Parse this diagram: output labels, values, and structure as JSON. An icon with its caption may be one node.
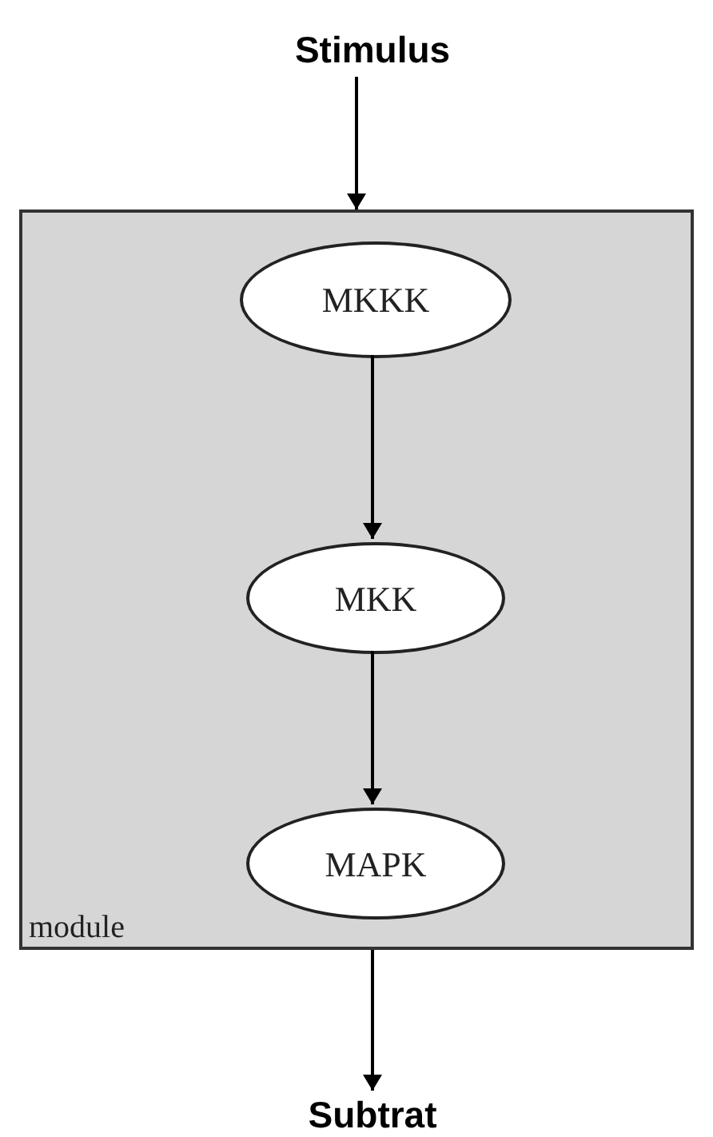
{
  "diagram": {
    "nodes": [
      {
        "text": [
          "Stimulus"
        ]
      },
      {
        "text": [
          "module"
        ]
      },
      {
        "text": [
          "MKKK"
        ],
        "in": 1
      },
      {
        "text": [
          "MKK"
        ],
        "in": 1
      },
      {
        "text": [
          "MAPK"
        ],
        "in": 1
      },
      {
        "text": [
          "Subtrat"
        ]
      }
    ],
    "edges": [
      {
        "from": 0,
        "to": 1,
        "arrow": "to"
      },
      {
        "from": 2,
        "to": 3,
        "arrow": "to"
      },
      {
        "from": 3,
        "to": 4,
        "arrow": "to"
      },
      {
        "from": 1,
        "to": 5,
        "arrow": "to"
      }
    ]
  }
}
